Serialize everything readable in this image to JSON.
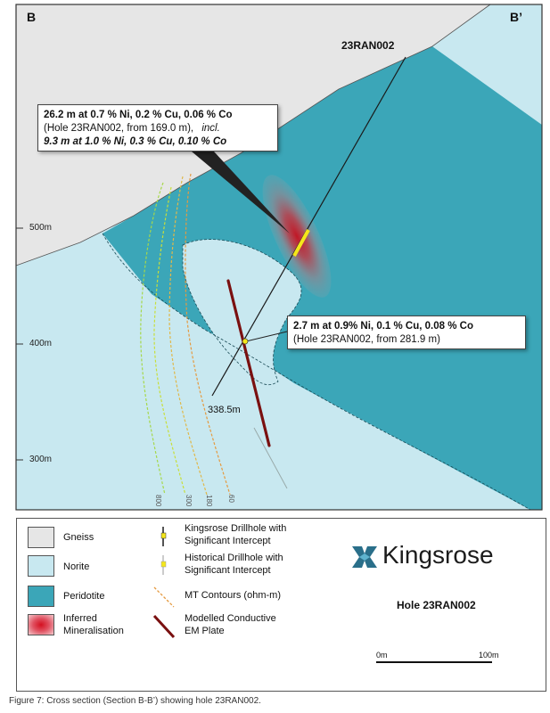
{
  "section": {
    "left_label": "B",
    "right_label": "B’",
    "hole_label": "23RAN002",
    "depth_label": "338.5m",
    "elevations": [
      "500m",
      "400m",
      "300m"
    ],
    "contour_labels": [
      "800",
      "300",
      "180",
      "60"
    ]
  },
  "callouts": {
    "upper": {
      "line1": "26.2 m at 0.7 % Ni, 0.2 % Cu, 0.06 % Co",
      "line2a": "(Hole 23RAN002, from 169.0 m),",
      "line2b": "incl.",
      "line3": "9.3 m at 1.0 % Ni, 0.3 % Cu, 0.10 % Co"
    },
    "lower": {
      "line1": "2.7 m at  0.9% Ni, 0.1 % Cu, 0.08 % Co",
      "line2": "(Hole 23RAN002, from 281.9 m)"
    }
  },
  "legend": {
    "gneiss": "Gneiss",
    "norite": "Norite",
    "peridotite": "Peridotite",
    "mineralisation_1": "Inferred",
    "mineralisation_2": "Mineralisation",
    "kingsrose_drillhole_1": "Kingsrose Drillhole with",
    "kingsrose_drillhole_2": "Significant Intercept",
    "historical_drillhole_1": "Historical Drillhole with",
    "historical_drillhole_2": "Significant Intercept",
    "mt_contours": "MT Contours (ohm-m)",
    "em_plate_1": "Modelled Conductive",
    "em_plate_2": "EM Plate",
    "logo_text": "Kingsrose",
    "hole_title": "Hole 23RAN002",
    "scale_start": "0m",
    "scale_end": "100m"
  },
  "caption": "Figure 7: Cross section (Section B-B’) showing hole 23RAN002.",
  "colors": {
    "gneiss": "#e6e6e6",
    "norite": "#c8e8f0",
    "peridotite": "#3ba6b8",
    "drillhole": "#1a1a1a",
    "intercept": "#f5e71a",
    "em_plate": "#7a1010",
    "logo": "#2a6f8a"
  }
}
